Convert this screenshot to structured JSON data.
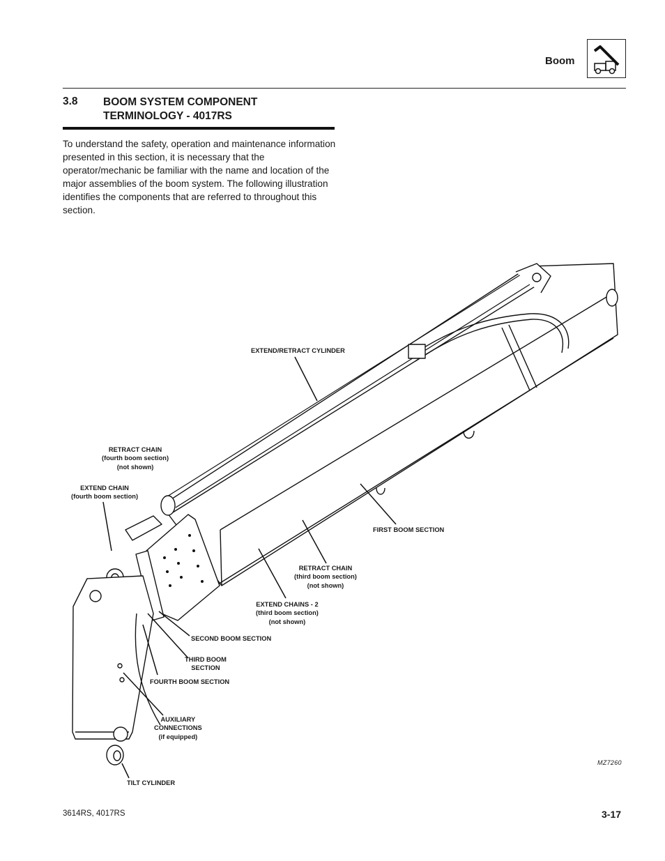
{
  "header": {
    "section_label": "Boom",
    "icon": "boom-machine-icon"
  },
  "section": {
    "number": "3.8",
    "title": "BOOM SYSTEM COMPONENT TERMINOLOGY - 4017RS",
    "intro": "To understand the safety, operation and maintenance information presented in this section, it is necessary that the operator/mechanic be familiar with the name and location of the major assemblies of the boom system. The following illustration identifies the components that are referred to throughout this section."
  },
  "figure": {
    "id": "MZ7260",
    "callouts": {
      "extend_retract_cylinder": [
        "EXTEND/RETRACT CYLINDER"
      ],
      "retract_chain_fourth": [
        "RETRACT CHAIN",
        "(fourth boom section)",
        "(not shown)"
      ],
      "extend_chain_fourth": [
        "EXTEND CHAIN",
        "(fourth boom section)"
      ],
      "first_boom_section": [
        "FIRST BOOM SECTION"
      ],
      "retract_chain_third": [
        "RETRACT CHAIN",
        "(third boom section)",
        "(not shown)"
      ],
      "extend_chains_third": [
        "EXTEND CHAINS - 2",
        "(third boom section)",
        "(not shown)"
      ],
      "second_boom_section": [
        "SECOND BOOM SECTION"
      ],
      "third_boom_section": [
        "THIRD BOOM",
        "SECTION"
      ],
      "fourth_boom_section": [
        "FOURTH BOOM SECTION"
      ],
      "auxiliary_connections": [
        "AUXILIARY",
        "CONNECTIONS",
        "(if equipped)"
      ],
      "tilt_cylinder": [
        "TILT CYLINDER"
      ]
    }
  },
  "footer": {
    "models": "3614RS, 4017RS",
    "page": "3-17"
  }
}
